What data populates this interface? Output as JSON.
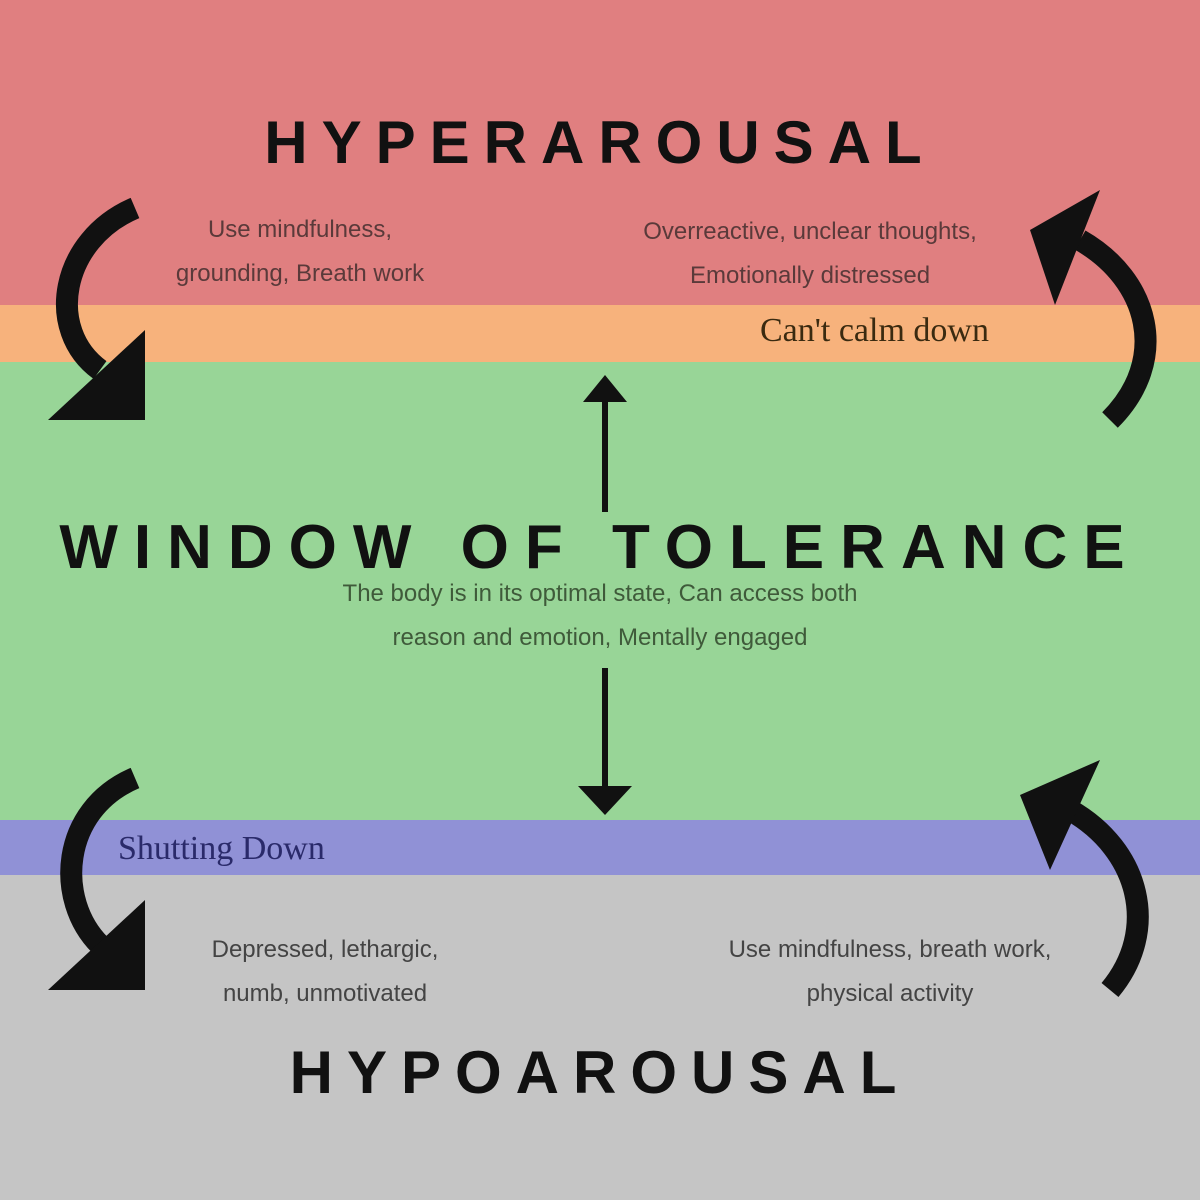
{
  "colors": {
    "hyper": "#e07f80",
    "cant_calm": "#f7b27c",
    "window": "#98d597",
    "shutting": "#9091d6",
    "hypo": "#c5c5c5"
  },
  "hyper": {
    "title": "HYPERAROUSAL",
    "left_text": [
      "Use mindfulness,",
      "grounding, Breath work"
    ],
    "right_text": [
      "Overreactive, unclear thoughts,",
      "Emotionally distressed"
    ]
  },
  "cant_calm": {
    "label": "Can't calm down"
  },
  "window": {
    "title": "WINDOW OF TOLERANCE",
    "description": [
      "The body is in its optimal state, Can access both",
      "reason and emotion, Mentally engaged"
    ]
  },
  "shutting": {
    "label": "Shutting Down"
  },
  "hypo": {
    "title": "HYPOAROUSAL",
    "left_text": [
      "Depressed, lethargic,",
      "numb, unmotivated"
    ],
    "right_text": [
      "Use mindfulness, breath work,",
      "physical activity"
    ]
  }
}
